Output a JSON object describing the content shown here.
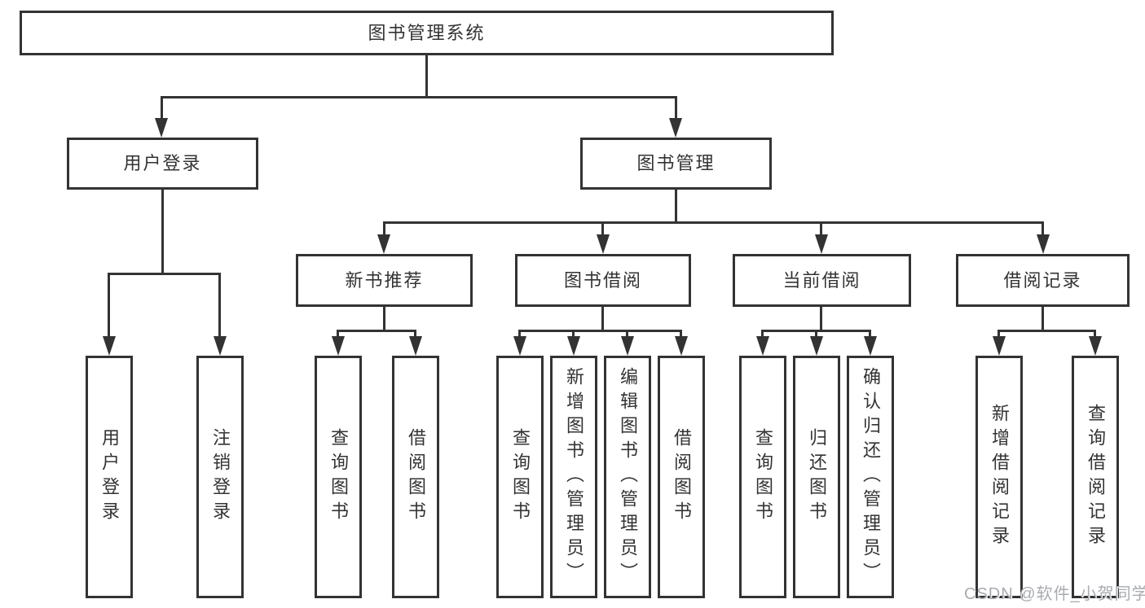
{
  "diagram": {
    "root": {
      "label": "图书管理系统"
    },
    "branches": [
      {
        "label": "用户登录",
        "children": [
          {
            "label": "用户登录"
          },
          {
            "label": "注销登录"
          }
        ]
      },
      {
        "label": "图书管理",
        "children": [
          {
            "label": "新书推荐",
            "children": [
              {
                "label": "查询图书"
              },
              {
                "label": "借阅图书"
              }
            ]
          },
          {
            "label": "图书借阅",
            "children": [
              {
                "label": "查询图书"
              },
              {
                "label": "新增图书（管理员）"
              },
              {
                "label": "编辑图书（管理员）"
              },
              {
                "label": "借阅图书"
              }
            ]
          },
          {
            "label": "当前借阅",
            "children": [
              {
                "label": "查询图书"
              },
              {
                "label": "归还图书"
              },
              {
                "label": "确认归还（管理员）"
              }
            ]
          },
          {
            "label": "借阅记录",
            "children": [
              {
                "label": "新增借阅记录"
              },
              {
                "label": "查询借阅记录"
              }
            ]
          }
        ]
      }
    ]
  },
  "watermark": {
    "text": "CSDN @软件_小贺同学"
  },
  "colors": {
    "line": "#333333",
    "text": "#333333",
    "background": "#ffffff",
    "watermark": "#a8abb0"
  }
}
